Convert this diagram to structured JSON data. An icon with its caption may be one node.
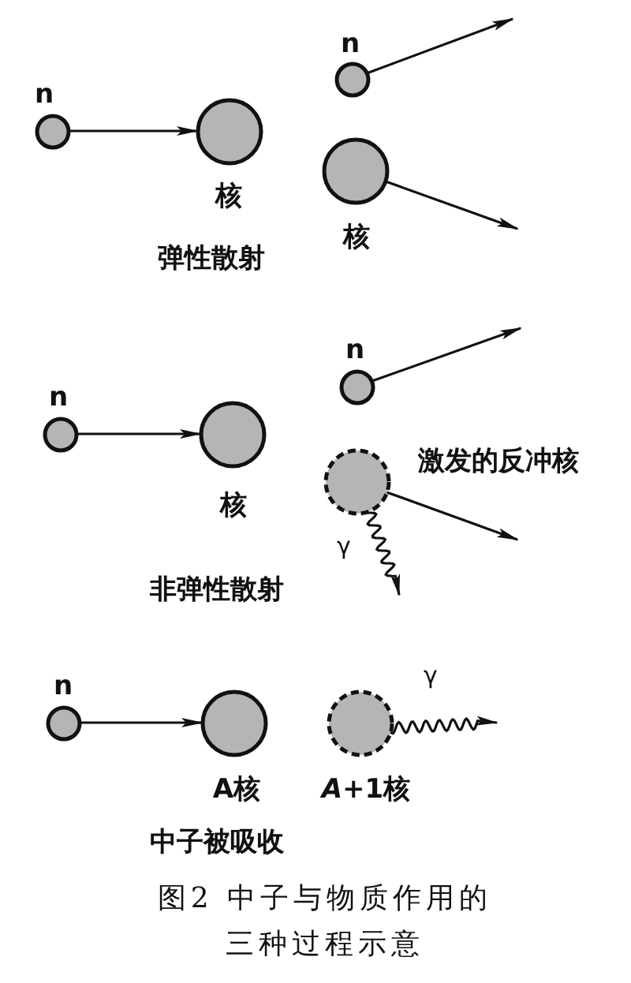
{
  "diagram": {
    "caption": "图2 中子与物质作用的三种过程示意",
    "nodes": [
      {
        "text": [],
        "shape": "circle",
        "beside": [
          "n"
        ]
      },
      {
        "text": [],
        "shape": "circle",
        "beside": [
          "核"
        ]
      },
      {
        "text": [],
        "shape": "circle",
        "beside": [
          "n"
        ]
      },
      {
        "text": [],
        "shape": "circle",
        "beside": [
          "核"
        ]
      },
      {
        "text": [],
        "shape": "circle",
        "beside": [
          "n"
        ]
      },
      {
        "text": [],
        "shape": "circle",
        "beside": [
          "核"
        ]
      },
      {
        "text": [],
        "shape": "circle",
        "beside": [
          "n"
        ]
      },
      {
        "text": [],
        "shape": "circle",
        "beside": [
          "激发的反冲核"
        ]
      },
      {
        "text": [],
        "shape": "circle",
        "beside": [
          "n"
        ]
      },
      {
        "text": [],
        "shape": "circle",
        "beside": [
          "A核"
        ]
      },
      {
        "text": [],
        "shape": "circle",
        "beside": [
          "*A*+1核"
        ]
      }
    ],
    "edges": [
      {
        "from": 0,
        "to": 1,
        "arrow": "to"
      },
      {
        "from": 2,
        "to": null,
        "arrow": "to"
      },
      {
        "from": 3,
        "to": null,
        "arrow": "to"
      },
      {
        "from": 4,
        "to": 5,
        "arrow": "to"
      },
      {
        "from": 6,
        "to": null,
        "arrow": "to"
      },
      {
        "from": 7,
        "to": null,
        "arrow": "to"
      },
      {
        "from": 7,
        "to": null,
        "arrow": "to",
        "label": "γ"
      },
      {
        "from": 8,
        "to": 9,
        "arrow": "to"
      },
      {
        "from": 10,
        "to": null,
        "arrow": "to",
        "label": "γ"
      }
    ],
    "labels": [
      "弹性散射",
      "非弹性散射",
      "中子被吸收"
    ]
  }
}
